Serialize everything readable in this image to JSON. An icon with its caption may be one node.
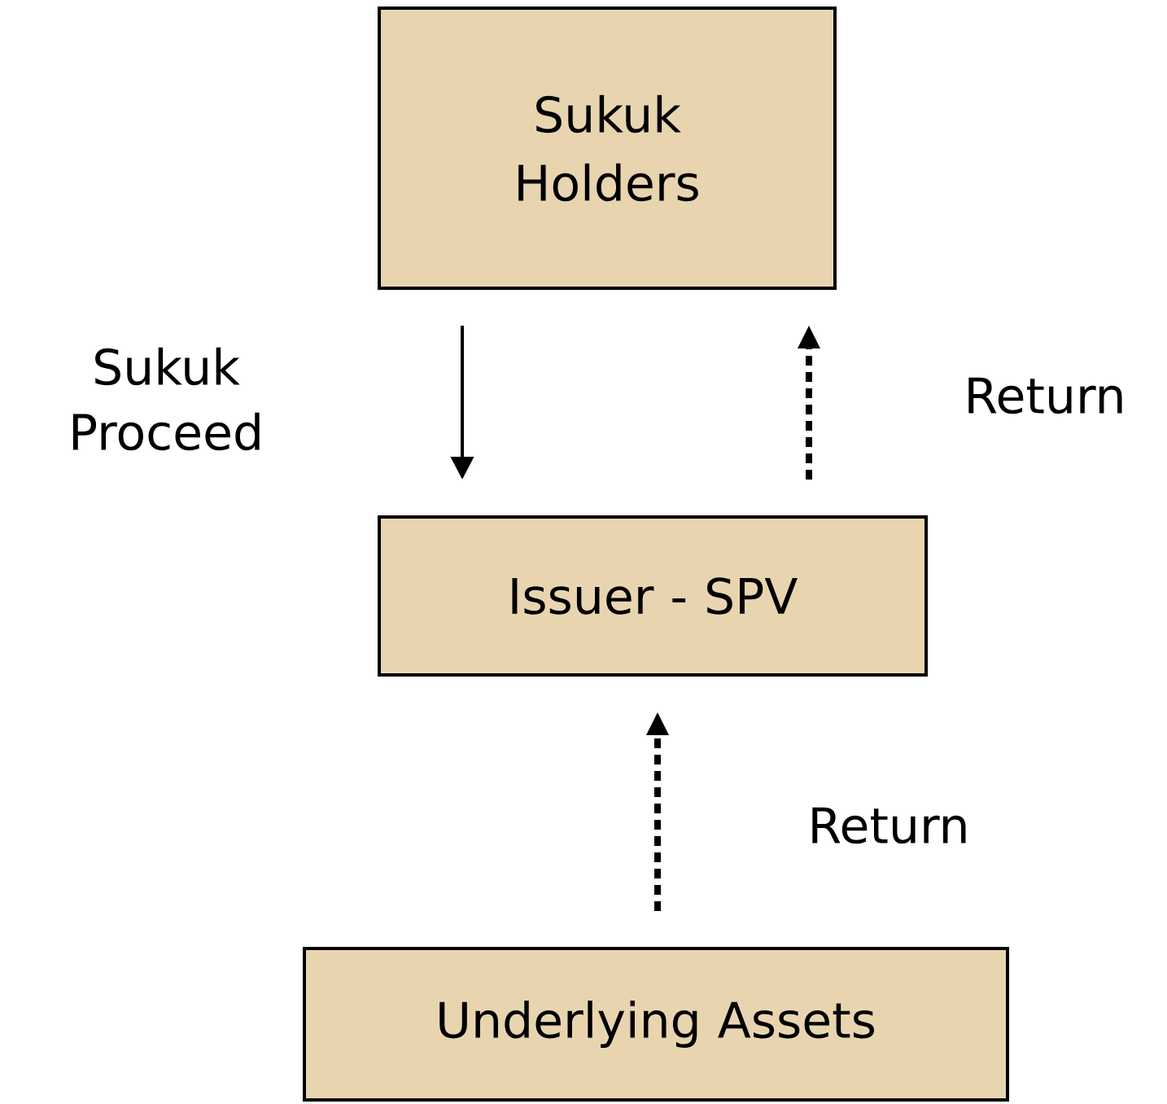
{
  "diagram": {
    "nodes": [
      {
        "text": [
          "Sukuk Holders"
        ]
      },
      {
        "text": [
          "Issuer - SPV"
        ]
      },
      {
        "text": [
          "Underlying Assets"
        ]
      }
    ],
    "edges": [
      {
        "from": 0,
        "to": 1,
        "arrow": "to",
        "label": "Sukuk Proceed"
      },
      {
        "from": 1,
        "to": 0,
        "arrow": "to",
        "label": "Return",
        "style": "dashed"
      },
      {
        "from": 2,
        "to": 1,
        "arrow": "to",
        "label": "Return",
        "style": "dashed"
      }
    ]
  }
}
